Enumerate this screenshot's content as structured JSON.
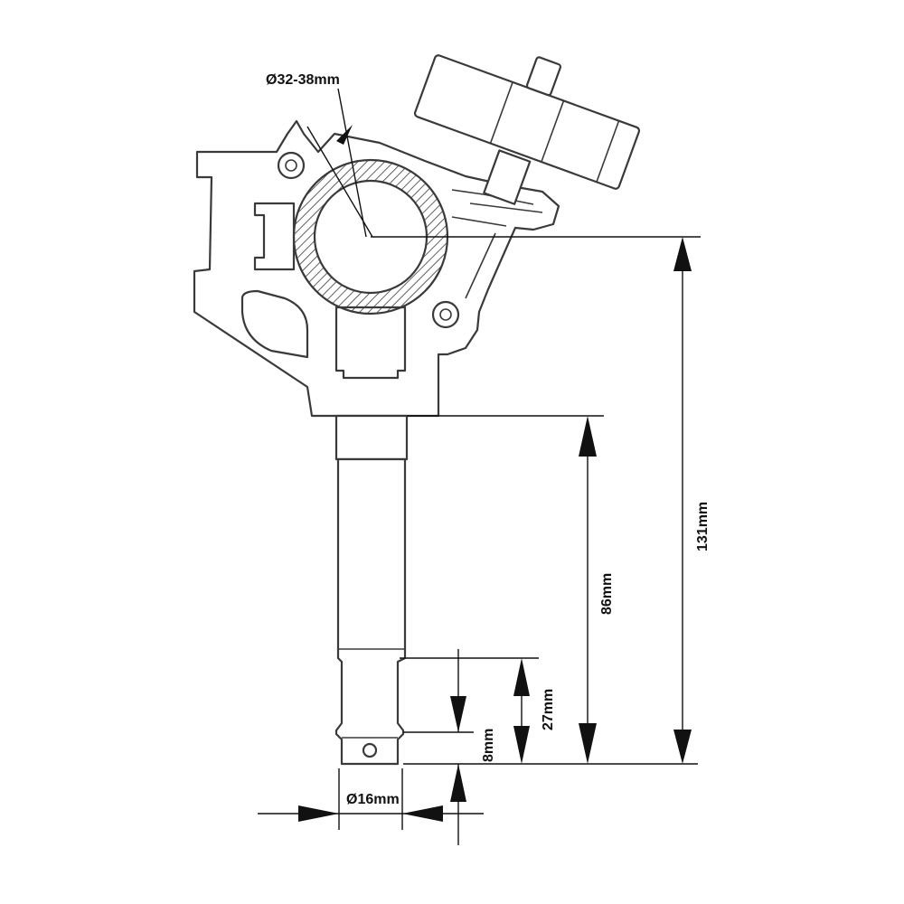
{
  "labels": {
    "tube_diameter": "Ø32-38mm",
    "total_height": "131mm",
    "spigot_length": "86mm",
    "lower_section": "27mm",
    "tip": "8mm",
    "spigot_diameter": "Ø16mm"
  }
}
